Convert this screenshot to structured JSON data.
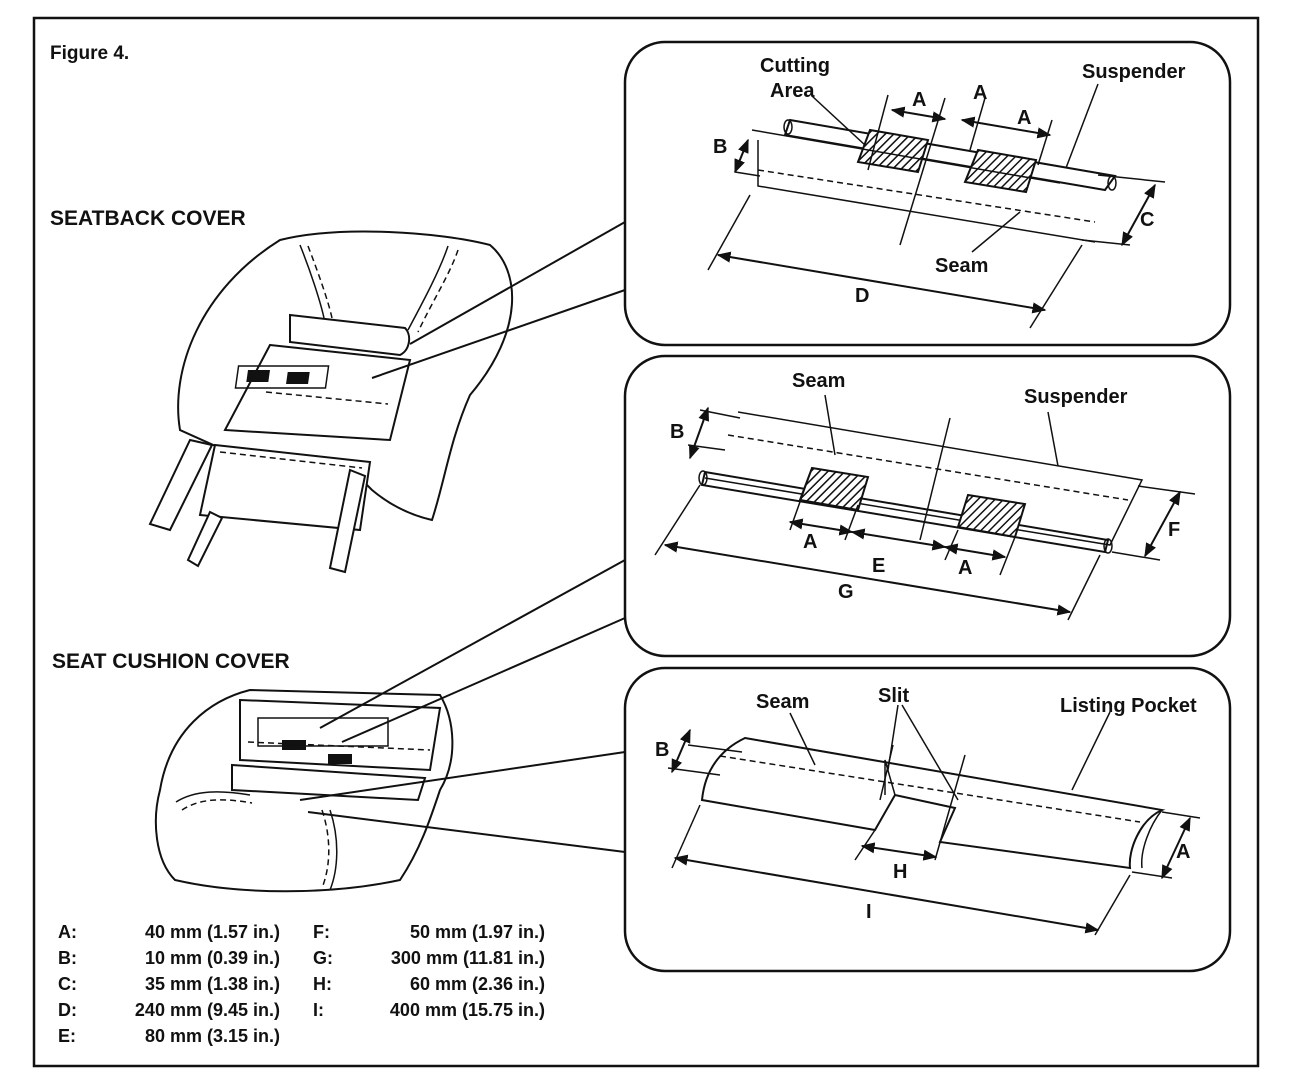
{
  "figure_title": "Figure 4.",
  "sections": {
    "seatback": "SEATBACK COVER",
    "cushion": "SEAT CUSHION COVER"
  },
  "panel1": {
    "cutting": "Cutting",
    "area": "Area",
    "suspender": "Suspender",
    "seam": "Seam",
    "A": "A",
    "B": "B",
    "C": "C",
    "D": "D"
  },
  "panel2": {
    "seam": "Seam",
    "suspender": "Suspender",
    "A": "A",
    "B": "B",
    "E": "E",
    "F": "F",
    "G": "G"
  },
  "panel3": {
    "seam": "Seam",
    "slit": "Slit",
    "listing_pocket": "Listing Pocket",
    "A": "A",
    "B": "B",
    "H": "H",
    "I": "I"
  },
  "legend": [
    {
      "key": "A:",
      "value": "40 mm (1.57 in.)"
    },
    {
      "key": "B:",
      "value": "10 mm (0.39 in.)"
    },
    {
      "key": "C:",
      "value": "35 mm (1.38 in.)"
    },
    {
      "key": "D:",
      "value": "240 mm (9.45 in.)"
    },
    {
      "key": "E:",
      "value": "80 mm (3.15 in.)"
    },
    {
      "key": "F:",
      "value": "50 mm (1.97 in.)"
    },
    {
      "key": "G:",
      "value": "300 mm (11.81 in.)"
    },
    {
      "key": "H:",
      "value": "60 mm (2.36 in.)"
    },
    {
      "key": "I:",
      "value": "400 mm (15.75 in.)"
    }
  ]
}
